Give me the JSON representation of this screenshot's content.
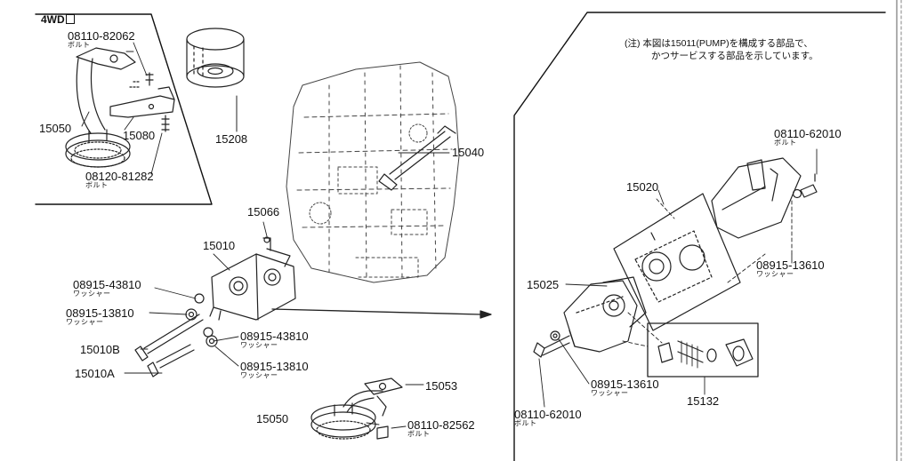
{
  "inset": {
    "title": "4WD",
    "labels": [
      {
        "key": "i1",
        "text": "08110-82062",
        "sub": "ボルト"
      },
      {
        "key": "i2",
        "text": "15050",
        "sub": ""
      },
      {
        "key": "i3",
        "text": "15080",
        "sub": ""
      },
      {
        "key": "i4",
        "text": "15208",
        "sub": ""
      },
      {
        "key": "i5",
        "text": "08120-81282",
        "sub": "ボルト"
      }
    ]
  },
  "note": {
    "line1": "(注) 本図は15011(PUMP)を構成する部品で、",
    "line2": "かつサービスする部品を示しています。"
  },
  "main_labels": [
    {
      "key": "m1",
      "text": "15040",
      "sub": ""
    },
    {
      "key": "m2",
      "text": "15066",
      "sub": ""
    },
    {
      "key": "m3",
      "text": "15010",
      "sub": ""
    },
    {
      "key": "m4",
      "text": "08915-43810",
      "sub": "ワッシャー"
    },
    {
      "key": "m5",
      "text": "08915-13810",
      "sub": "ワッシャー"
    },
    {
      "key": "m6",
      "text": "15010B",
      "sub": ""
    },
    {
      "key": "m7",
      "text": "15010A",
      "sub": ""
    },
    {
      "key": "m8",
      "text": "08915-43810",
      "sub": "ワッシャー"
    },
    {
      "key": "m9",
      "text": "08915-13810",
      "sub": "ワッシャー"
    },
    {
      "key": "m10",
      "text": "15053",
      "sub": ""
    },
    {
      "key": "m11",
      "text": "15050",
      "sub": ""
    },
    {
      "key": "m12",
      "text": "08110-82562",
      "sub": "ボルト"
    }
  ],
  "pump_labels": [
    {
      "key": "p1",
      "text": "08110-62010",
      "sub": "ボルト"
    },
    {
      "key": "p2",
      "text": "15020",
      "sub": ""
    },
    {
      "key": "p3",
      "text": "08915-13610",
      "sub": "ワッシャー"
    },
    {
      "key": "p4",
      "text": "15025",
      "sub": ""
    },
    {
      "key": "p5",
      "text": "08915-13610",
      "sub": "ワッシャー"
    },
    {
      "key": "p6",
      "text": "15132",
      "sub": ""
    },
    {
      "key": "p7",
      "text": "08110-62010",
      "sub": "ボルト"
    }
  ]
}
